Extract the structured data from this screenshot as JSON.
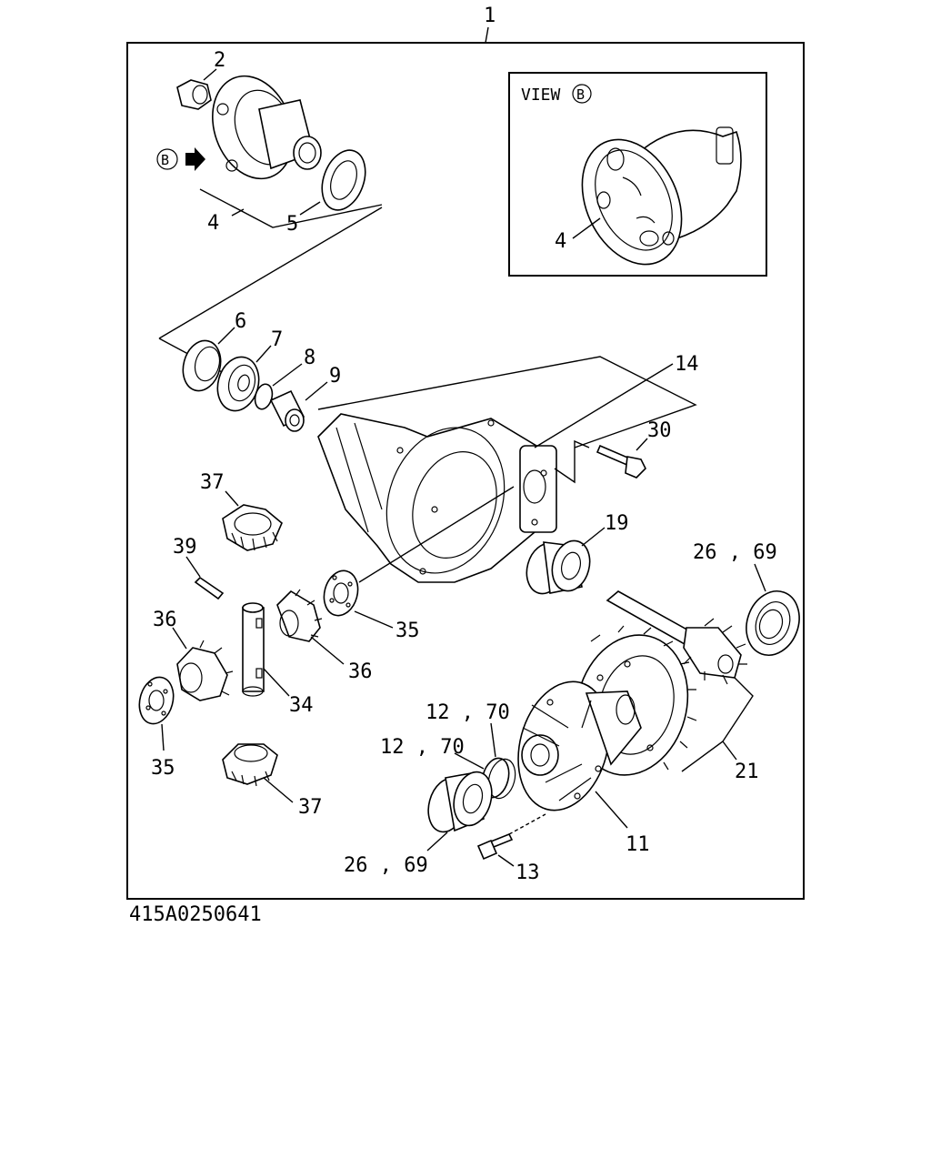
{
  "diagram": {
    "view_title": "VIEW",
    "view_marker": "B",
    "arrow_marker": "B",
    "drawing_code": "415A0250641",
    "labels": {
      "l1": "1",
      "l2": "2",
      "l4a": "4",
      "l5": "5",
      "l4b": "4",
      "l6": "6",
      "l7": "7",
      "l8": "8",
      "l9": "9",
      "l14": "14",
      "l30": "30",
      "l37a": "37",
      "l39": "39",
      "l19": "19",
      "l26_69a": "26 , 69",
      "l36a": "36",
      "l35a": "35",
      "l36b": "36",
      "l34": "34",
      "l12_70a": "12 , 70",
      "l12_70b": "12 , 70",
      "l35b": "35",
      "l37b": "37",
      "l21": "21",
      "l11": "11",
      "l26_69b": "26 , 69",
      "l13": "13"
    }
  }
}
